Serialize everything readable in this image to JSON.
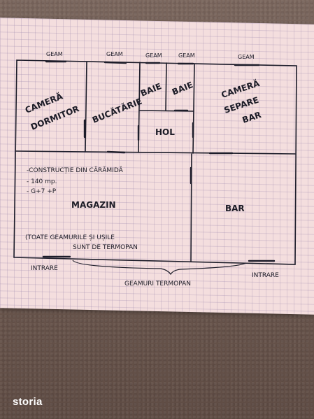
{
  "windows": {
    "w1": "GEAM",
    "w2": "GEAM",
    "w3": "GEAM",
    "w4": "GEAM",
    "w5": "GEAM"
  },
  "rooms": {
    "camera_dormitor_1": "CAMERĂ",
    "camera_dormitor_2": "DORMITOR",
    "bucatarie": "BUCĂTĂRIE",
    "baie_1": "BAIE",
    "baie_2": "BAIE",
    "hol": "HOL",
    "camera_separe_1": "CAMERĂ",
    "camera_separe_2": "SEPARE",
    "camera_separe_3": "BAR",
    "magazin": "MAGAZIN",
    "bar": "BAR"
  },
  "notes": {
    "line1": "-CONSTRUCȚIE DIN CĂRĂMIDĂ",
    "line2": "- 140 mp.",
    "line3": "- G+7 +P",
    "footnote_1": "(TOATE GEAMURILE ȘI UȘILE",
    "footnote_2": "SUNT DE TERMOPAN"
  },
  "bottom": {
    "entry_left": "INTRARE",
    "entry_right": "INTRARE",
    "windows_label": "GEAMURI TERMOPAN"
  },
  "watermark": "storia"
}
